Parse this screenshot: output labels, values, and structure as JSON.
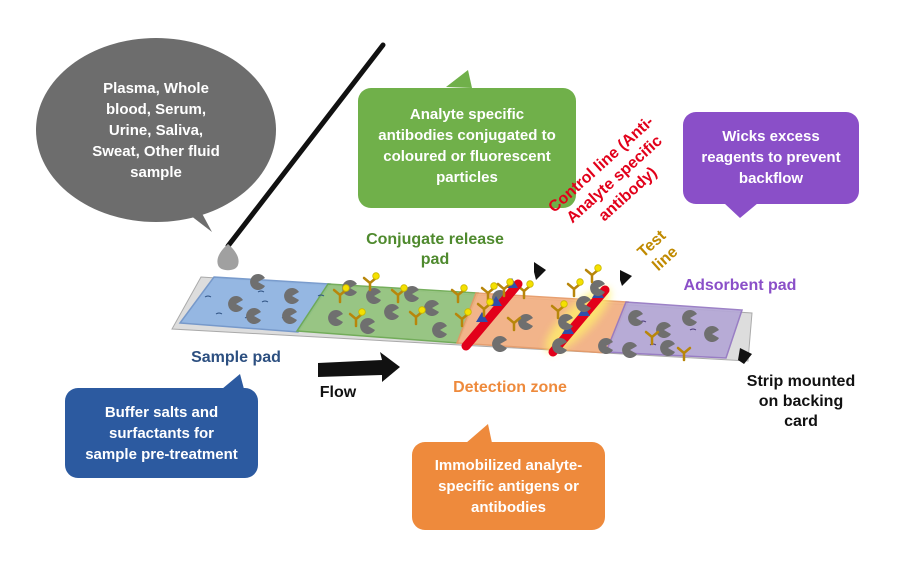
{
  "colors": {
    "sample_pad": "#8fb4e3",
    "conjugate_pad": "#93c47d",
    "detection_zone": "#f4b183",
    "absorbent_pad": "#b4a7d6",
    "grey_bubble": "#6d6d6d",
    "green_box": "#70b04a",
    "purple_box": "#8a4fc8",
    "blue_box": "#2c5aa0",
    "orange_box": "#ee8a3c",
    "control_red": "#e2001a",
    "test_gold": "#b8860b",
    "antibody_gold": "#b8860b",
    "particle_yellow": "#f5e000",
    "antigen_blue": "#2f4fa8"
  },
  "bubbles": {
    "sample_types": "Plasma, Whole\nblood, Serum,\nUrine, Saliva,\nSweat, Other fluid\nsample",
    "conjugate_desc": "Analyte specific\nantibodies conjugated to\ncoloured or fluorescent\nparticles",
    "absorbent_desc": "Wicks excess\nreagents to prevent\nbackflow",
    "sample_pad_desc": "Buffer salts and\nsurfactants for\nsample pre-treatment",
    "detection_desc": "Immobilized analyte-\nspecific antigens or\nantibodies"
  },
  "labels": {
    "conjugate_pad": "Conjugate release\npad",
    "control_line": "Control line (Anti-\nAnalyte specific\nantibody)",
    "test_line": "Test\nline",
    "absorbent_pad": "Adsorbent pad",
    "sample_pad": "Sample pad",
    "flow": "Flow",
    "detection_zone": "Detection zone",
    "backing_card": "Strip mounted\non backing\ncard"
  }
}
